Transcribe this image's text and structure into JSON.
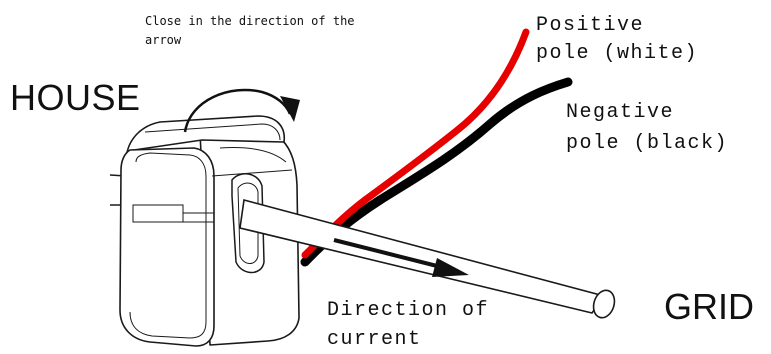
{
  "labels": {
    "close_instruction_line1": "Close in the direction of the",
    "close_instruction_line2": "arrow",
    "house": "HOUSE",
    "grid": "GRID",
    "positive_line1": "Positive",
    "positive_line2": "pole (white)",
    "negative_line1": "Negative",
    "negative_line2": "pole (black)",
    "direction_line1": "Direction of",
    "direction_line2": "current"
  },
  "colors": {
    "positive_wire": "#e60000",
    "negative_wire": "#000000",
    "outline": "#1a1a1a"
  }
}
